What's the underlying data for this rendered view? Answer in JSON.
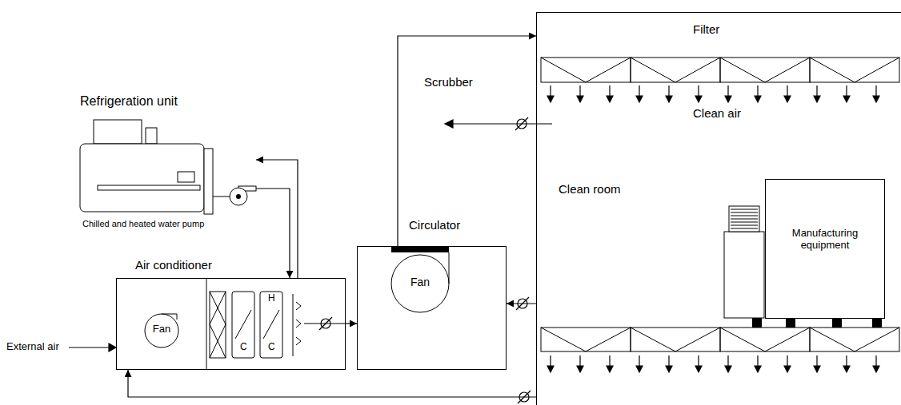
{
  "diagram": {
    "nodes": [
      {
        "text": [
          "Refrigeration unit",
          "Chilled and heated water pump"
        ]
      },
      {
        "text": [
          "Air conditioner"
        ]
      },
      {
        "text": [
          "Fan"
        ],
        "in": 1
      },
      {
        "text": [
          "Circulator"
        ]
      },
      {
        "text": [
          "Fan"
        ],
        "in": 3
      },
      {
        "text": [
          "Clean room"
        ]
      },
      {
        "text": [
          "Manufacturing equipment"
        ],
        "in": 5
      }
    ],
    "edges": [
      {
        "from": 0,
        "to": 1,
        "arrow": "to"
      },
      {
        "from": 1,
        "to": 0,
        "arrow": "to"
      },
      {
        "from": 1,
        "to": 3,
        "arrow": "to"
      },
      {
        "from": 3,
        "to": 5,
        "arrow": "to"
      },
      {
        "from": 5,
        "to": 3,
        "arrow": "to"
      },
      {
        "from": 5,
        "to": 1,
        "arrow": "to"
      }
    ],
    "labels": [
      "Scrubber",
      "Filter",
      "Clean air",
      "External air",
      "C",
      "H",
      "C"
    ]
  }
}
